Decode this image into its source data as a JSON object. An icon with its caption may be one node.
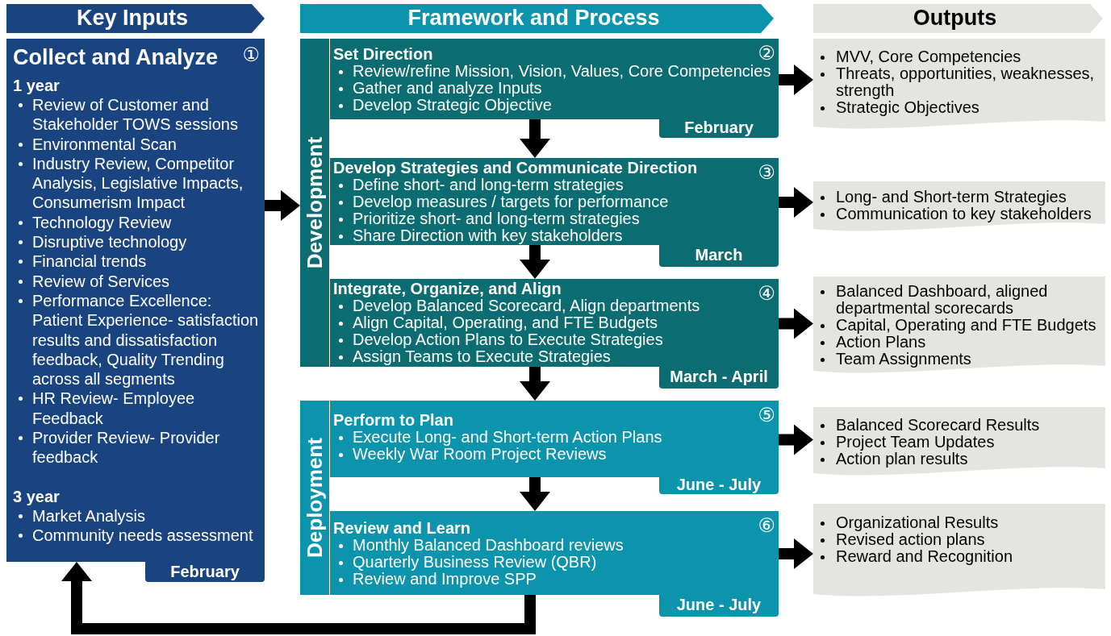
{
  "diagram": {
    "nodes": [
      {
        "text": [
          "Key Inputs"
        ]
      },
      {
        "text": [
          "Framework and Process"
        ]
      },
      {
        "text": [
          "Outputs"
        ]
      },
      {
        "text": [
          "Collect and Analyze",
          "①",
          "1 year",
          "Review of Customer and Stakeholder TOWS sessions",
          "Environmental Scan",
          "Industry Review, Competitor Analysis, Legislative Impacts, Consumerism Impact",
          "Technology Review",
          "Disruptive technology",
          "Financial trends",
          "Review of Services",
          "Performance Excellence: Patient Experience- satisfaction results and dissatisfaction feedback, Quality Trending across all segments",
          "HR Review- Employee Feedback",
          "Provider Review- Provider feedback",
          "3 year",
          "Market Analysis",
          "Community needs assessment",
          "February"
        ]
      },
      {
        "text": [
          "Development"
        ]
      },
      {
        "text": [
          "Set Direction",
          "②",
          "Review/refine Mission, Vision, Values, Core Competencies",
          "Gather and analyze Inputs",
          "Develop Strategic Objective",
          "February"
        ]
      },
      {
        "text": [
          "Develop Strategies and Communicate Direction",
          "③",
          "Define short- and long-term strategies",
          "Develop measures / targets for performance",
          "Prioritize short- and long-term strategies",
          "Share Direction with key stakeholders",
          "March"
        ]
      },
      {
        "text": [
          "Integrate, Organize, and Align",
          "④",
          "Develop Balanced Scorecard, Align departments",
          "Align Capital, Operating, and FTE Budgets",
          "Develop Action Plans to Execute Strategies",
          "Assign Teams to Execute Strategies",
          "March - April"
        ]
      },
      {
        "text": [
          "Deployment"
        ]
      },
      {
        "text": [
          "Perform to Plan",
          "⑤",
          "Execute Long- and Short-term Action Plans",
          "Weekly War Room Project Reviews",
          "June - July"
        ]
      },
      {
        "text": [
          "Review and Learn",
          "⑥",
          "Monthly Balanced Dashboard reviews",
          "Quarterly Business Review (QBR)",
          "Review and Improve SPP",
          "June - July"
        ]
      },
      {
        "text": [
          "MVV, Core Competencies",
          "Threats, opportunities, weaknesses, strength",
          "Strategic Objectives"
        ]
      },
      {
        "text": [
          "Long- and Short-term Strategies",
          "Communication to key stakeholders"
        ]
      },
      {
        "text": [
          "Balanced Dashboard, aligned departmental scorecards",
          "Capital, Operating and FTE Budgets",
          "Action Plans",
          "Team Assignments"
        ]
      },
      {
        "text": [
          "Balanced Scorecard Results",
          "Project Team Updates",
          "Action plan results"
        ]
      },
      {
        "text": [
          "Organizational Results",
          "Revised action plans",
          "Reward and Recognition"
        ]
      }
    ],
    "edges": [
      {
        "from": 3,
        "to": 4,
        "arrow": "to"
      },
      {
        "from": 5,
        "to": 6,
        "arrow": "to"
      },
      {
        "from": 6,
        "to": 7,
        "arrow": "to"
      },
      {
        "from": 7,
        "to": 9,
        "arrow": "to"
      },
      {
        "from": 9,
        "to": 10,
        "arrow": "to"
      },
      {
        "from": 5,
        "to": 11,
        "arrow": "to"
      },
      {
        "from": 6,
        "to": 12,
        "arrow": "to"
      },
      {
        "from": 7,
        "to": 13,
        "arrow": "to"
      },
      {
        "from": 9,
        "to": 14,
        "arrow": "to"
      },
      {
        "from": 10,
        "to": 15,
        "arrow": "to"
      },
      {
        "from": 10,
        "to": 3,
        "arrow": "to"
      }
    ]
  }
}
